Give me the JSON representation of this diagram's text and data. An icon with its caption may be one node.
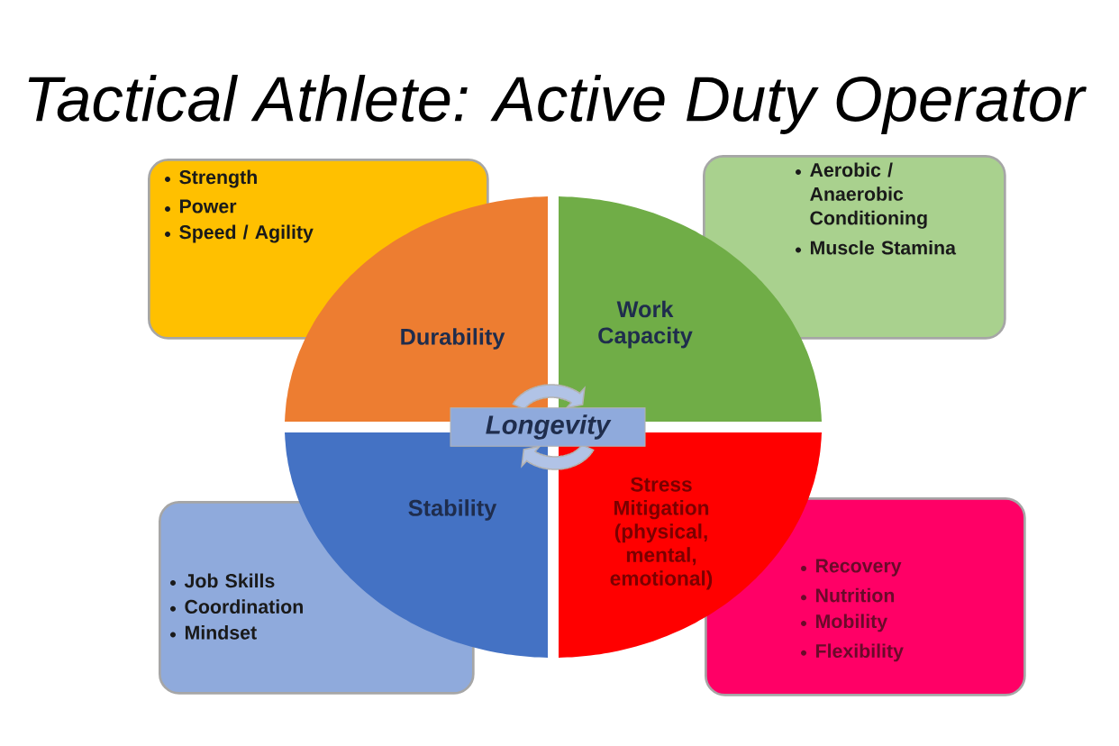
{
  "diagram": {
    "title": "Tactical Athlete: Active Duty Operator",
    "nodes": [
      {
        "text": [
          "Strength",
          "Power",
          "Speed / Agility"
        ]
      },
      {
        "text": [
          "Aerobic / Anaerobic Conditioning",
          "Muscle Stamina"
        ]
      },
      {
        "text": [
          "Durability"
        ]
      },
      {
        "text": [
          "Work Capacity"
        ]
      },
      {
        "text": [
          "Longevity"
        ]
      },
      {
        "text": [
          "Stability"
        ]
      },
      {
        "text": [
          "Stress Mitigation (physical, mental, emotional)"
        ]
      },
      {
        "text": [
          "Job Skills",
          "Coordination",
          "Mindset"
        ]
      },
      {
        "text": [
          "Recovery",
          "Nutrition",
          "Mobility",
          "Flexibility"
        ]
      }
    ]
  }
}
